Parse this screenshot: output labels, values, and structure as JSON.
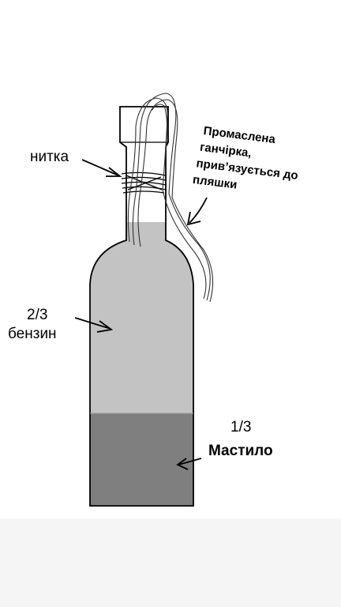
{
  "labels": {
    "thread": "нитка",
    "rag_line1": "Промаслена",
    "rag_line2": "ганчірка,",
    "rag_line3": "прив’язується до",
    "rag_line4": "пляшки",
    "gasoline_fraction": "2/3",
    "gasoline": "бензин",
    "oil_fraction": "1/3",
    "oil": "Мастило"
  },
  "colors": {
    "background": "#ffffff",
    "bottom_band": "#f5f5f5",
    "empty_neck": "#ffffff",
    "gasoline_fill": "#c3c3c3",
    "oil_fill": "#7f7f7f",
    "outline": "#000000"
  },
  "proportions": {
    "gasoline": 0.667,
    "oil": 0.333
  }
}
